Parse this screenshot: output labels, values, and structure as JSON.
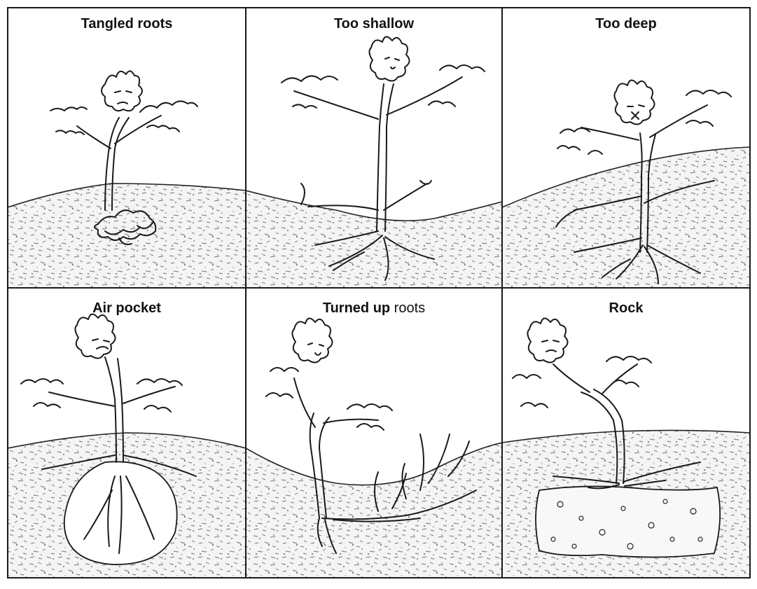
{
  "panels": [
    {
      "id": "tangled",
      "title_bold": "Tangled roots",
      "title_normal": ""
    },
    {
      "id": "shallow",
      "title_bold": "Too shallow",
      "title_normal": ""
    },
    {
      "id": "deep",
      "title_bold": "Too deep",
      "title_normal": ""
    },
    {
      "id": "air",
      "title_bold": "Air pocket",
      "title_normal": ""
    },
    {
      "id": "turned",
      "title_bold": "Turned up",
      "title_normal": " roots"
    },
    {
      "id": "rock",
      "title_bold": "Rock",
      "title_normal": ""
    }
  ]
}
